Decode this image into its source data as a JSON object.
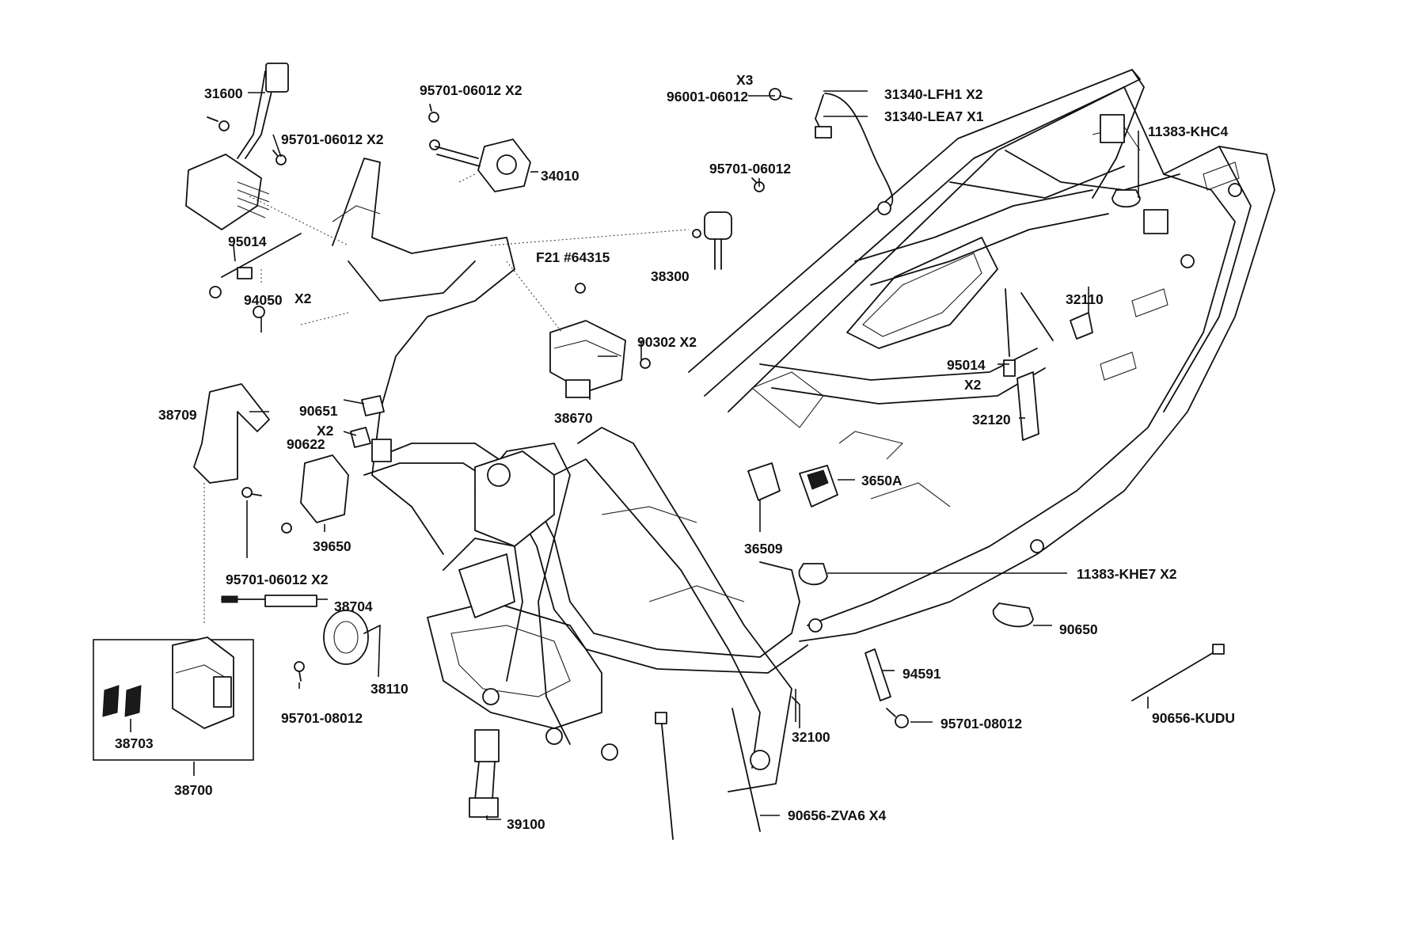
{
  "diagram": {
    "labels": {
      "p31600": "31600",
      "p95701_06012_x2_a": "95701-06012 X2",
      "p95701_06012_x2_b": "95701-06012 X2",
      "p34010": "34010",
      "p95014_a": "95014",
      "p94050": "94050",
      "p94050_qty": "X2",
      "pF21": "F21 #64315",
      "p90302": "90302  X2",
      "p38670": "38670",
      "p38709": "38709",
      "p90651": "90651",
      "p90651_qty": "X2",
      "p90622": "90622",
      "p39650": "39650",
      "p95701_06012_x2_c": "95701-06012 X2",
      "p38704": "38704",
      "p38110": "38110",
      "p95701_08012_a": "95701-08012",
      "p38703": "38703",
      "p38700": "38700",
      "p39100": "39100",
      "p96001_qty": "X3",
      "p96001": "96001-06012",
      "p31340_lfh1": "31340-LFH1 X2",
      "p31340_lea7": "31340-LEA7 X1",
      "p95701_06012": "95701-06012",
      "p38300": "38300",
      "p11383_khc4": "11383-KHC4",
      "p32110": "32110",
      "p95014_b": "95014",
      "p95014_b_qty": "X2",
      "p32120": "32120",
      "p3650A": "3650A",
      "p36509": "36509",
      "p11383_khe7": "11383-KHE7 X2",
      "p90650": "90650",
      "p94591": "94591",
      "p95701_08012_b": "95701-08012",
      "p32100": "32100",
      "p90656_kudu": "90656-KUDU",
      "p90656_zva6": "90656-ZVA6 X4"
    }
  }
}
